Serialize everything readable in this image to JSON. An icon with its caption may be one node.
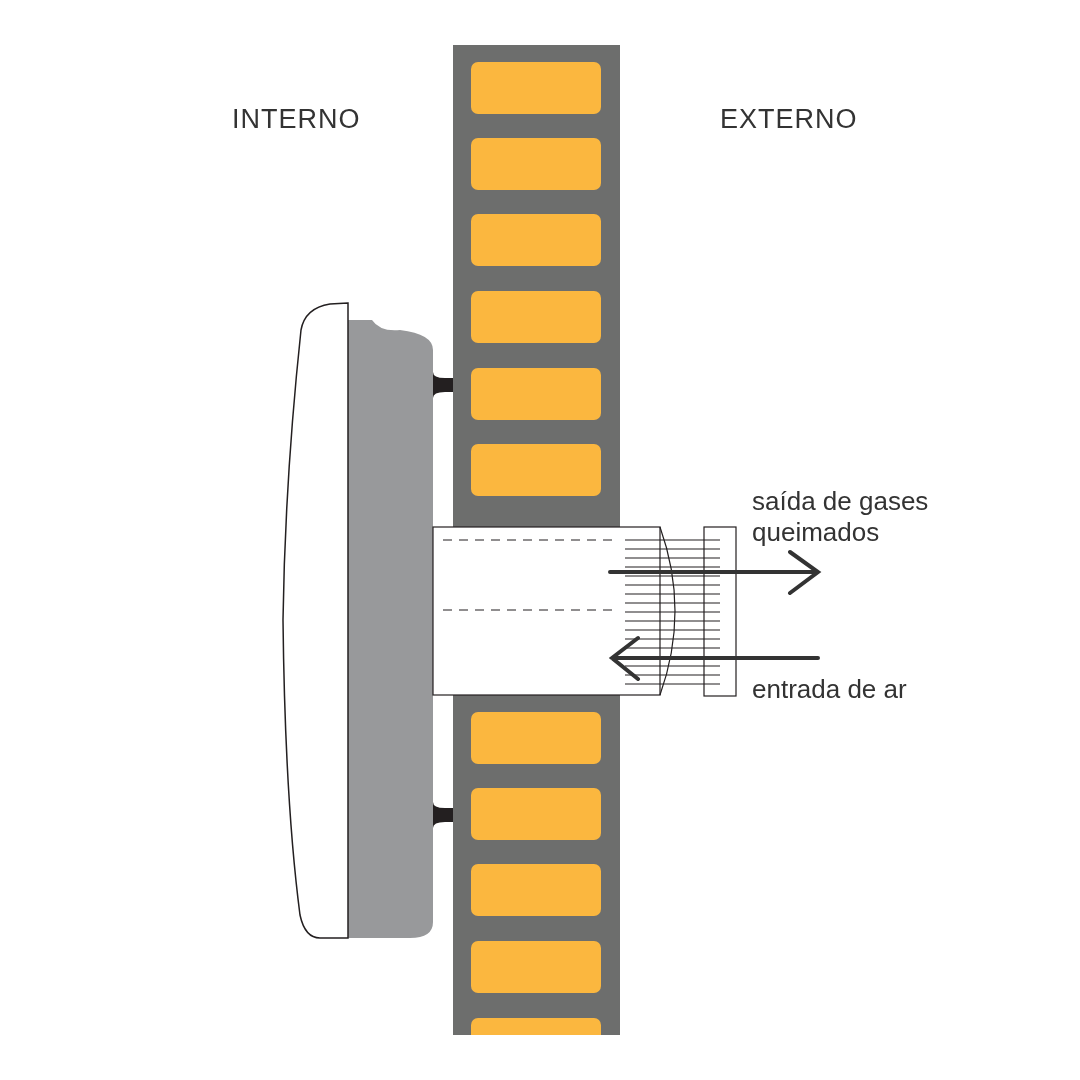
{
  "diagram": {
    "labels": [
      "INTERNO",
      "EXTERNO",
      "saída de gases queimados",
      "entrada de ar"
    ]
  }
}
